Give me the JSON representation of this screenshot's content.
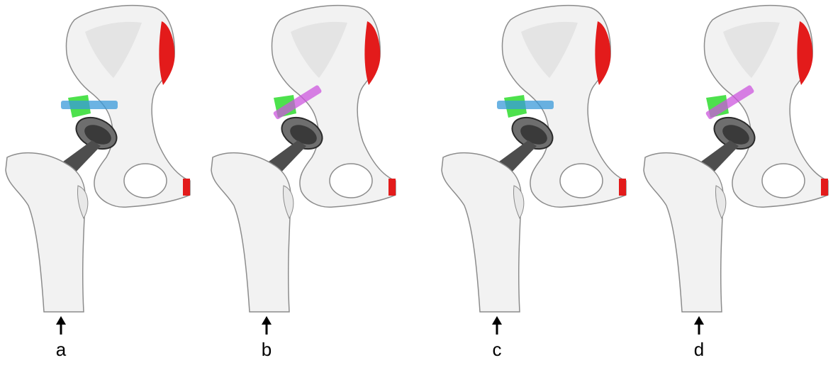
{
  "figure": {
    "panels": [
      {
        "label": "a",
        "screw_color": "#3a9ad9",
        "screw_style": "horizontal"
      },
      {
        "label": "b",
        "screw_color": "#cc55dd",
        "screw_style": "oblique"
      },
      {
        "label": "c",
        "screw_color": "#3a9ad9",
        "screw_style": "horizontal"
      },
      {
        "label": "d",
        "screw_color": "#cc55dd",
        "screw_style": "oblique"
      }
    ],
    "colors": {
      "bone": "#f2f2f2",
      "bone_outline": "#8c8c8c",
      "fixation": "#e31b1b",
      "graft": "#2edc2e",
      "implant": "#4d4d4d",
      "arrow": "#000000"
    }
  }
}
